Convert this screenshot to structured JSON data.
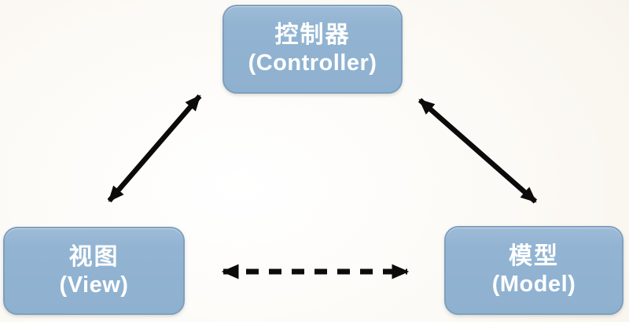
{
  "diagram": {
    "title": "MVC relationship diagram",
    "type": "node-edge-diagram",
    "colors": {
      "background": "#fbf8f2",
      "node_fill": "#92b4d2",
      "node_border": "#7da0bf",
      "node_text": "#ffffff",
      "arrow": "#0b0b0b"
    },
    "nodes": [
      {
        "id": "controller",
        "label_zh": "控制器",
        "label_en": "(Controller)",
        "position": "top-center"
      },
      {
        "id": "view",
        "label_zh": "视图",
        "label_en": "(View)",
        "position": "bottom-left"
      },
      {
        "id": "model",
        "label_zh": "模型",
        "label_en": "(Model)",
        "position": "bottom-right"
      }
    ],
    "edges": [
      {
        "from": "view",
        "to": "controller",
        "style": "solid",
        "bidirectional": true
      },
      {
        "from": "controller",
        "to": "model",
        "style": "solid",
        "bidirectional": true
      },
      {
        "from": "view",
        "to": "model",
        "style": "dashed",
        "bidirectional": true
      }
    ]
  }
}
